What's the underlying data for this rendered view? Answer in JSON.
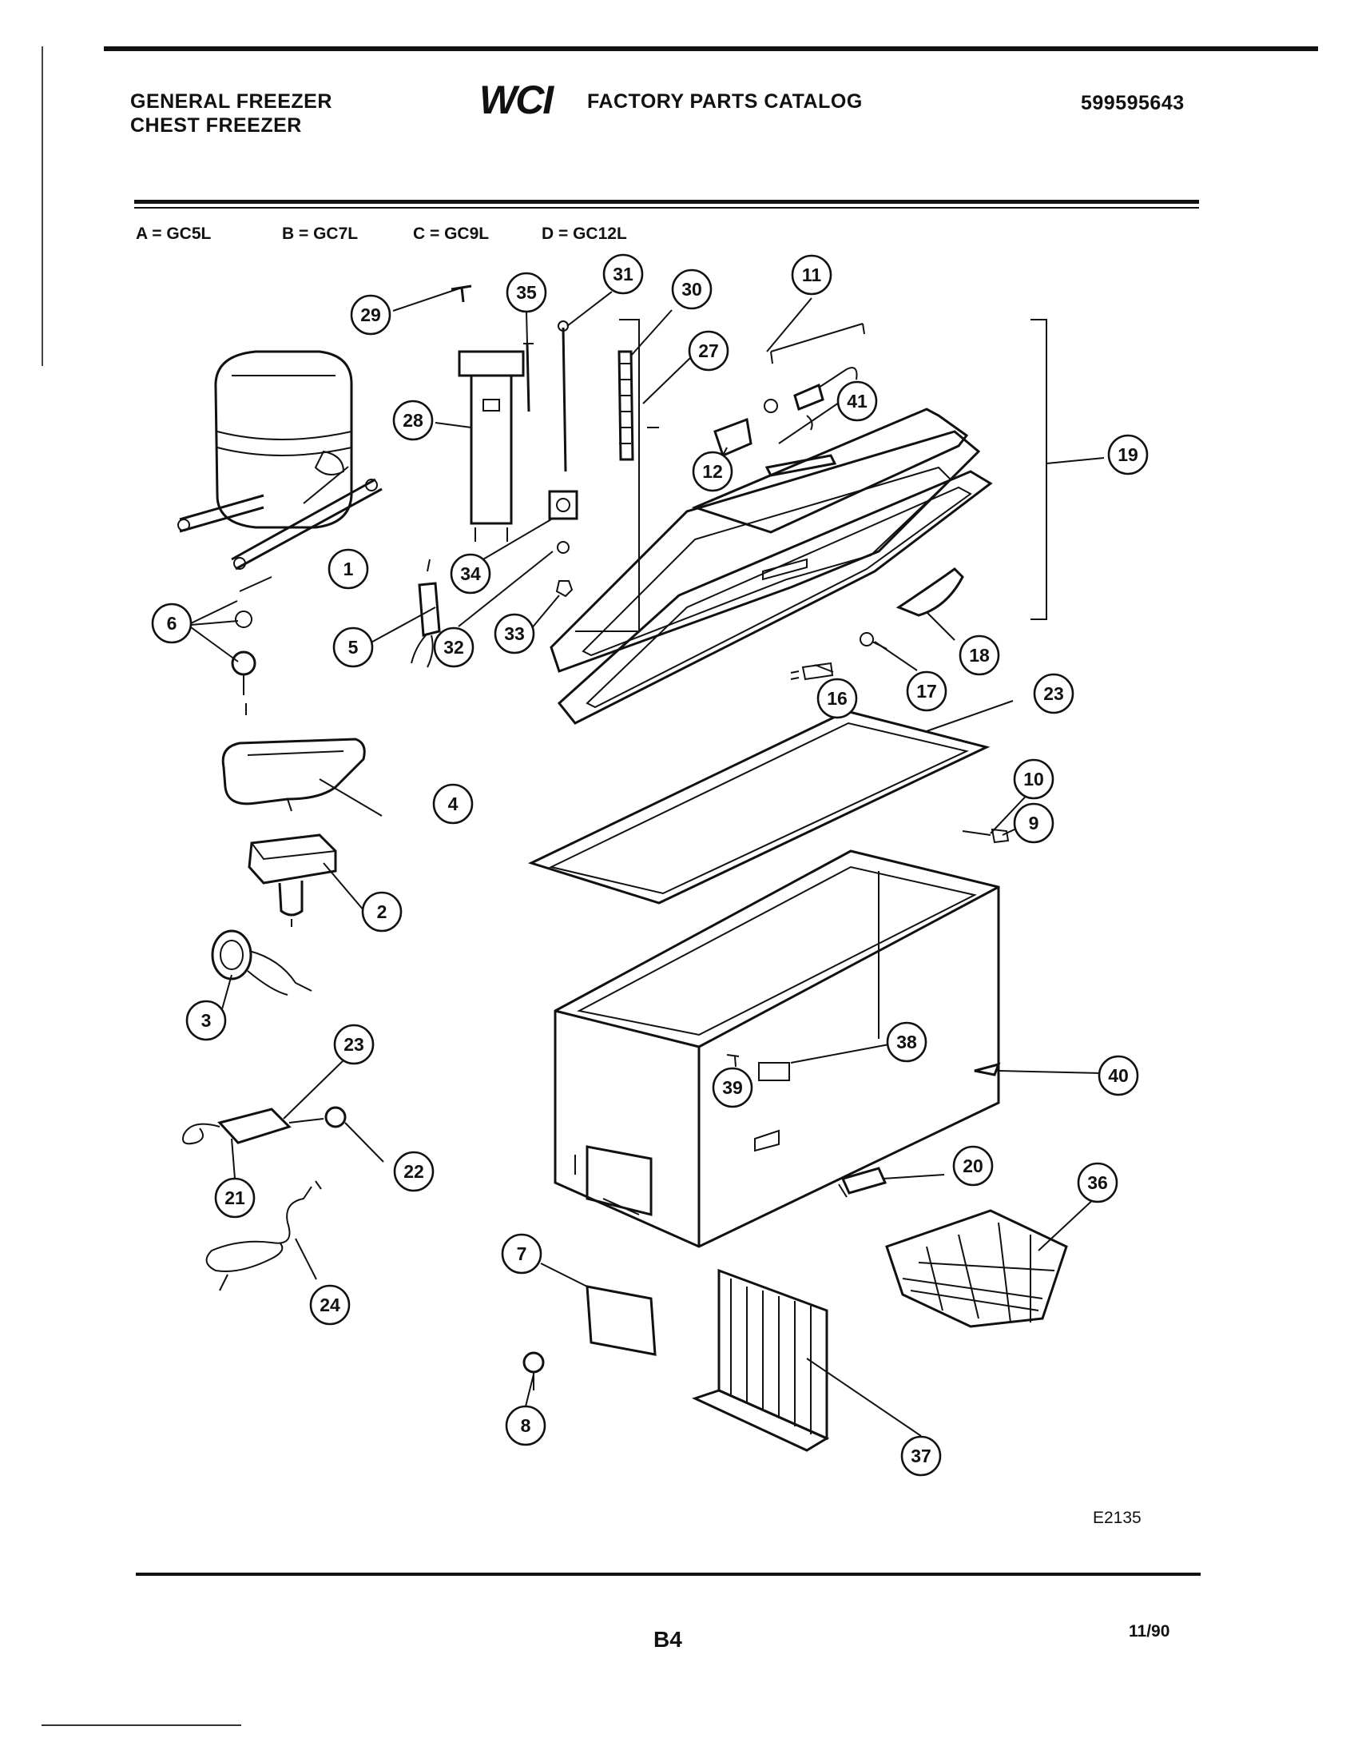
{
  "header": {
    "left_line1": "GENERAL FREEZER",
    "left_line2": "CHEST FREEZER",
    "logo": "WCI",
    "center": "FACTORY PARTS CATALOG",
    "catalog_number": "599595643"
  },
  "models": [
    "A = GC5L",
    "B = GC7L",
    "C = GC9L",
    "D = GC12L"
  ],
  "callouts": [
    "1",
    "2",
    "3",
    "4",
    "5",
    "6",
    "7",
    "8",
    "9",
    "10",
    "11",
    "12",
    "16",
    "17",
    "18",
    "19",
    "20",
    "21",
    "22",
    "23",
    "23",
    "24",
    "27",
    "28",
    "29",
    "30",
    "31",
    "32",
    "33",
    "34",
    "35",
    "36",
    "37",
    "38",
    "39",
    "40",
    "41"
  ],
  "drawing_number": "E2135",
  "footer": {
    "page": "B4",
    "date": "11/90"
  },
  "colors": {
    "ink": "#111111",
    "paper": "#ffffff"
  }
}
